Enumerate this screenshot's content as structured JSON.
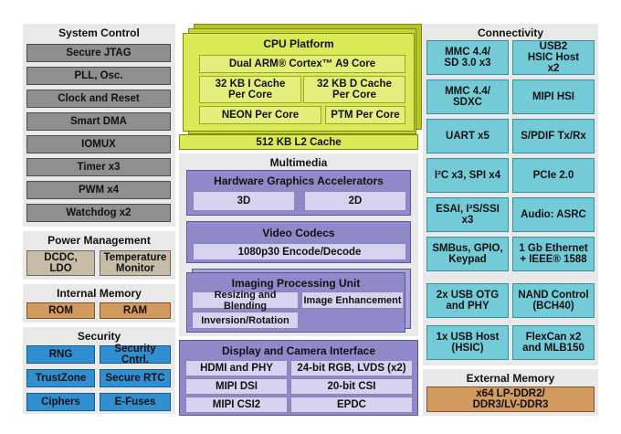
{
  "system_control": {
    "title": "System Control",
    "items": [
      "Secure JTAG",
      "PLL, Osc.",
      "Clock and Reset",
      "Smart DMA",
      "IOMUX",
      "Timer x3",
      "PWM x4",
      "Watchdog  x2"
    ]
  },
  "power_management": {
    "title": "Power Management",
    "items": [
      "DCDC, LDO",
      "Temperature Monitor"
    ]
  },
  "internal_memory": {
    "title": "Internal Memory",
    "items": [
      "ROM",
      "RAM"
    ]
  },
  "security": {
    "title": "Security",
    "items": [
      "RNG",
      "Security Cntrl.",
      "TrustZone",
      "Secure RTC",
      "Ciphers",
      "E-Fuses"
    ]
  },
  "cpu_platform": {
    "title": "CPU Platform",
    "core": "Dual ARM® Cortex™ A9 Core",
    "i_cache": "32 KB I Cache Per Core",
    "d_cache": "32 KB D Cache Per Core",
    "neon": "NEON Per Core",
    "ptm": "PTM Per Core",
    "l2": "512 KB L2 Cache"
  },
  "multimedia": {
    "title": "Multimedia",
    "gpu_title": "Hardware Graphics Accelerators",
    "gpu_3d": "3D",
    "gpu_2d": "2D",
    "video_title": "Video Codecs",
    "video_item": "1080p30 Encode/Decode",
    "ipu_title": "Imaging Processing Unit",
    "ipu_items": [
      "Resizing and Blending",
      "Image Enhancement",
      "Inversion/Rotation"
    ]
  },
  "display": {
    "title": "Display and Camera Interface",
    "items": [
      "HDMI and PHY",
      "24-bit RGB, LVDS (x2)",
      "MIPI DSI",
      "20-bit CSI",
      "MIPI CSI2",
      "EPDC"
    ]
  },
  "connectivity": {
    "title": "Connectivity",
    "items": [
      "MMC 4.4/ SD 3.0 x3",
      "USB2 HSIC Host x2",
      "MMC 4.4/ SDXC",
      "MIPI HSI",
      "UART x5",
      "S/PDIF Tx/Rx",
      "I²C x3, SPI x4",
      "PCIe 2.0",
      "ESAI, I²S/SSI x3",
      "Audio: ASRC",
      "SMBus, GPIO, Keypad",
      "1 Gb Ethernet + IEEE® 1588",
      "2x USB OTG and PHY",
      "NAND Control (BCH40)",
      "1x USB Host (HSIC)",
      "FlexCan x2 and MLB150"
    ]
  },
  "external_memory": {
    "title": "External Memory",
    "item": "x64 LP-DDR2/ DDR3/LV-DDR3"
  }
}
